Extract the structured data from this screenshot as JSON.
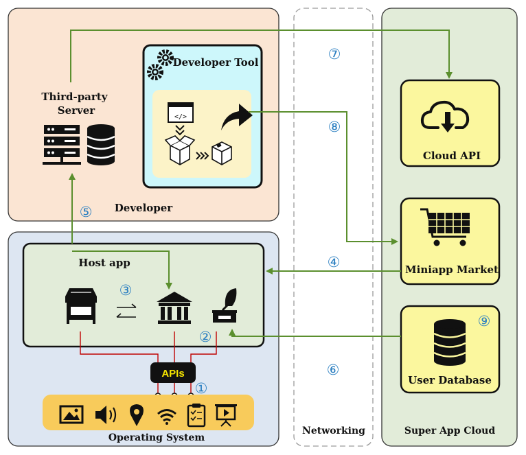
{
  "developer": {
    "title": "Developer",
    "third_party_server": [
      "Third-party",
      "Server"
    ],
    "developer_tool": "Developer Tool"
  },
  "host": {
    "title": "Host app",
    "apis": "APIs",
    "os": "Operating System"
  },
  "networking": {
    "title": "Networking"
  },
  "cloud": {
    "title": "Super App Cloud",
    "cloud_api": "Cloud API",
    "market": "Miniapp Market",
    "user_db": "User Database"
  },
  "steps": {
    "s1": "①",
    "s2": "②",
    "s3": "③",
    "s4": "④",
    "s5": "⑤",
    "s6": "⑥",
    "s7": "⑦",
    "s8": "⑧",
    "s9": "⑨"
  },
  "colors": {
    "developer_bg": "#fbe5d3",
    "host_bg": "#dde6f2",
    "cloud_bg": "#e2ecd9",
    "tool_bg": "#cdf7fb",
    "node_bg": "#fbf79e",
    "os_bar": "#f8cb5b",
    "flow_green": "#5b8f2e",
    "api_red": "#c00000",
    "step_blue": "#2b7fc1"
  },
  "icons": [
    "server-icon",
    "database-icon",
    "gear-icon",
    "code-window-icon",
    "package-icon",
    "share-arrow-icon",
    "cloud-download-icon",
    "shopping-cart-icon",
    "store-icon",
    "bank-icon",
    "gramophone-icon",
    "image-icon",
    "speaker-icon",
    "location-pin-icon",
    "wifi-icon",
    "clipboard-icon",
    "presentation-icon"
  ]
}
